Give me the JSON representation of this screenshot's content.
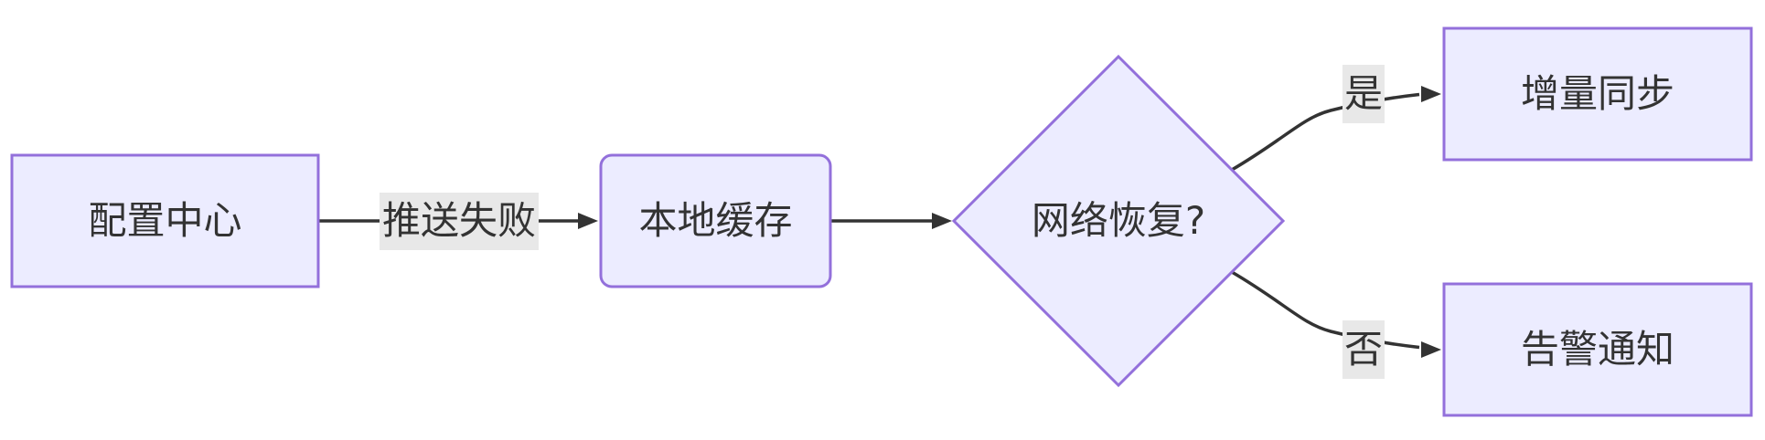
{
  "diagram": {
    "type": "flowchart",
    "direction": "left-to-right",
    "nodes": [
      {
        "id": "config-center",
        "label": "配置中心",
        "shape": "rectangle"
      },
      {
        "id": "local-cache",
        "label": "本地缓存",
        "shape": "rounded-rectangle"
      },
      {
        "id": "network-recovered",
        "label": "网络恢复?",
        "shape": "diamond"
      },
      {
        "id": "incremental-sync",
        "label": "增量同步",
        "shape": "rectangle"
      },
      {
        "id": "alert-notice",
        "label": "告警通知",
        "shape": "rectangle"
      }
    ],
    "edges": [
      {
        "from": "配置中心",
        "to": "本地缓存",
        "label": "推送失败"
      },
      {
        "from": "本地缓存",
        "to": "网络恢复?",
        "label": ""
      },
      {
        "from": "网络恢复?",
        "to": "增量同步",
        "label": "是"
      },
      {
        "from": "网络恢复?",
        "to": "告警通知",
        "label": "否"
      }
    ],
    "colors": {
      "node_fill": "#ECECFF",
      "node_border": "#9370DB",
      "edge_line": "#333333",
      "edge_label_bg": "#e8e8e8",
      "text": "#333333",
      "canvas_bg": "#ffffff"
    }
  }
}
